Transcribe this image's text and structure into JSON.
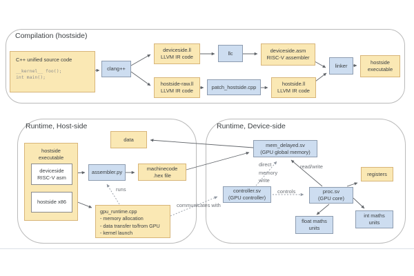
{
  "sections": {
    "compilation": {
      "title": "Compilation (hostside)"
    },
    "runtime_host": {
      "title": "Runtime, Host-side"
    },
    "runtime_device": {
      "title": "Runtime, Device-side"
    }
  },
  "nodes": {
    "cpp_source": {
      "title": "C++ unified source code",
      "code": "__kernel__ foo();\nint main();"
    },
    "clang": {
      "label": "clang++"
    },
    "deviceside_ll": {
      "label": "deviceside.ll\nLLVM IR code"
    },
    "hostside_raw_ll": {
      "label": "hostside-raw.ll\nLLVM IR code"
    },
    "llc": {
      "label": "llc"
    },
    "deviceside_asm": {
      "label": "deviceside.asm\nRISC-V assembler"
    },
    "patch_hostside": {
      "label": "patch_hostside.cpp"
    },
    "hostside_ll": {
      "label": "hostside.ll\nLLVM IR code"
    },
    "linker": {
      "label": "linker"
    },
    "hostside_executable_out": {
      "label": "hostside\nexecutable"
    },
    "data": {
      "label": "data"
    },
    "hostside_executable_rt": {
      "label": "hostside\nexecutable"
    },
    "deviceside_riscv_asm": {
      "label": "deviceside\nRISC-V asm"
    },
    "hostside_x86": {
      "label": "hostside x86"
    },
    "assembler_py": {
      "label": "assembler.py"
    },
    "machinecode_hex": {
      "label": "machinecode\n.hex file"
    },
    "gpu_runtime": {
      "label": "gpu_runtime.cpp\n- memory allocation\n- data transfer to/from GPU\n- kernel launch"
    },
    "mem_delayed": {
      "label": "mem_delayed.sv\n(GPU global memory)"
    },
    "registers": {
      "label": "registers"
    },
    "controller": {
      "label": "controller.sv\n(GPU controller)"
    },
    "proc": {
      "label": "proc.sv\n(GPU core)"
    },
    "float_maths": {
      "label": "float maths\nunits"
    },
    "int_maths": {
      "label": "int maths\nunits"
    }
  },
  "edge_labels": {
    "runs": "runs",
    "communicates_with": "communicates with",
    "controls": "controls",
    "direct_memory_write": "direct\nmemory\nwrite",
    "read_write": "read/write"
  },
  "colors": {
    "node_yellow": "#fae8b4",
    "node_yellow_border": "#d7b478",
    "node_blue": "#cdddf0",
    "node_blue_border": "#8c9baf",
    "container_border": "#b9b9b9",
    "arrow_solid": "#5f6368",
    "arrow_dotted": "#9097a1"
  }
}
